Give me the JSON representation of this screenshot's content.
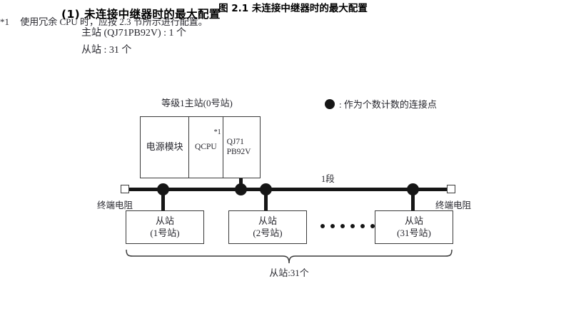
{
  "heading": {
    "section_title": "(1) 未连接中继器时的最大配置",
    "spec_master": "主站 (QJ71PB92V) : 1 个",
    "spec_slave": "从站 : 31 个"
  },
  "diagram": {
    "master_rack": {
      "header_label": "等级1主站(0号站)",
      "cells": [
        {
          "label": "电源模块"
        },
        {
          "label": "QCPU",
          "footnote_mark": "*1"
        },
        {
          "label_line1": "QJ71",
          "label_line2": "PB92V"
        }
      ]
    },
    "bus": {
      "segment_label": "1段",
      "terminator_left_label": "终端电阻",
      "terminator_right_label": "终端电阻"
    },
    "slaves": [
      {
        "name": "从站",
        "station": "(1号站)"
      },
      {
        "name": "从站",
        "station": "(2号站)"
      },
      {
        "name": "从站",
        "station": "(31号站)"
      }
    ],
    "ellipsis_dot_count": 6,
    "brace_label": "从站:31个",
    "legend": {
      "symbol": "filled-circle",
      "text": ": 作为个数计数的连接点"
    }
  },
  "caption": "图 2.1  未连接中继器时的最大配置",
  "footnote": {
    "mark": "*1",
    "text": "使用冗余 CPU 时，应按 2.3 节所示进行配置。"
  },
  "colors": {
    "ink": "#161616",
    "text": "#27272e",
    "rule": "#3a3a3a",
    "paper": "#ffffff"
  }
}
